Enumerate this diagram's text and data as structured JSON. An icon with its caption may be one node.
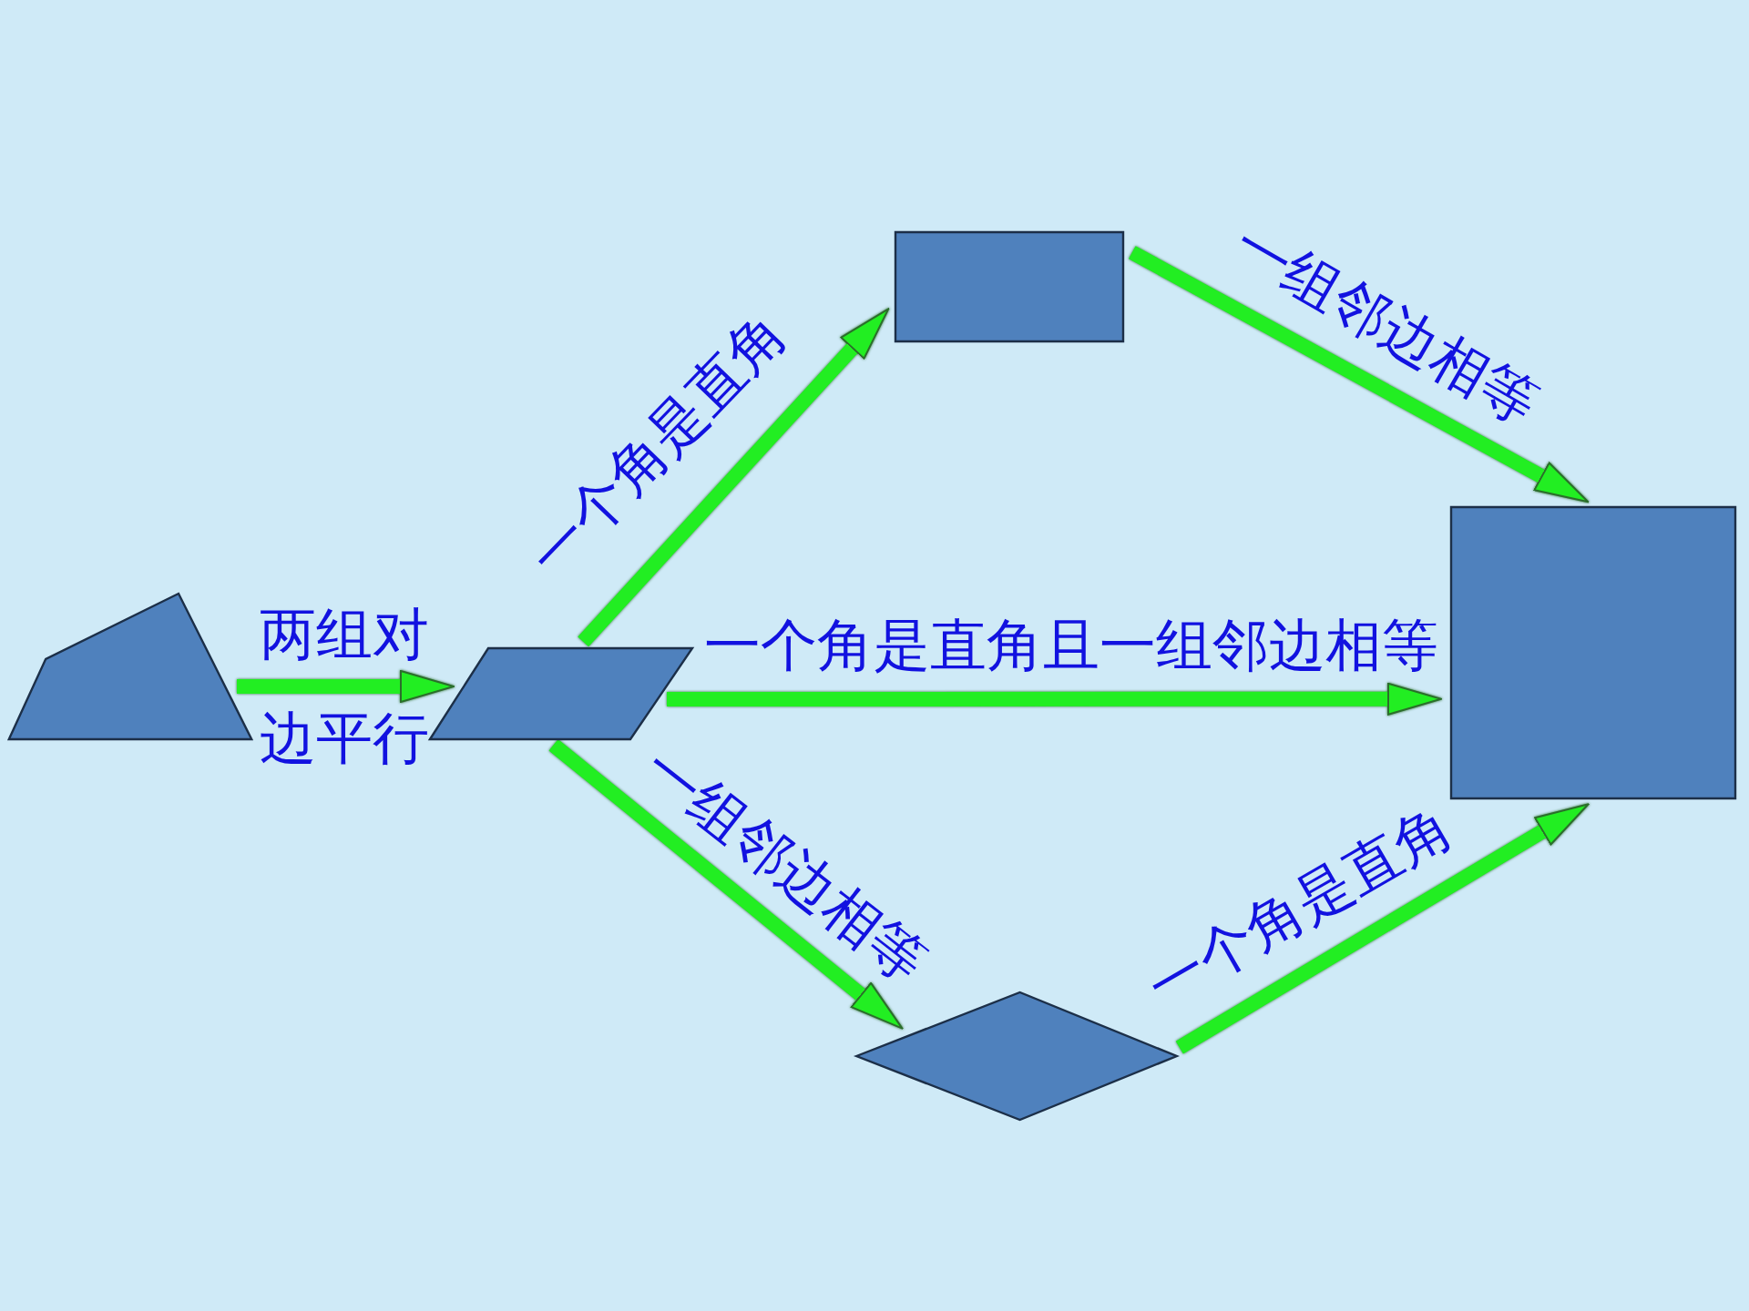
{
  "diagram": {
    "nodes": [
      {
        "text": [],
        "shape": "quadrilateral"
      },
      {
        "text": [],
        "shape": "parallelogram"
      },
      {
        "text": [],
        "shape": "rectangle"
      },
      {
        "text": [],
        "shape": "square"
      },
      {
        "text": [],
        "shape": "diamond"
      }
    ],
    "edges": [
      {
        "from": 0,
        "to": 1,
        "arrow": "to",
        "label": "两组对边平行"
      },
      {
        "from": 1,
        "to": 2,
        "arrow": "to",
        "label": "一个角是直角"
      },
      {
        "from": 2,
        "to": 3,
        "arrow": "to",
        "label": "一组邻边相等"
      },
      {
        "from": 1,
        "to": 3,
        "arrow": "to",
        "label": "一个角是直角且一组邻边相等"
      },
      {
        "from": 1,
        "to": 4,
        "arrow": "to",
        "label": "一组邻边相等"
      },
      {
        "from": 4,
        "to": 3,
        "arrow": "to",
        "label": "一个角是直角"
      }
    ]
  }
}
